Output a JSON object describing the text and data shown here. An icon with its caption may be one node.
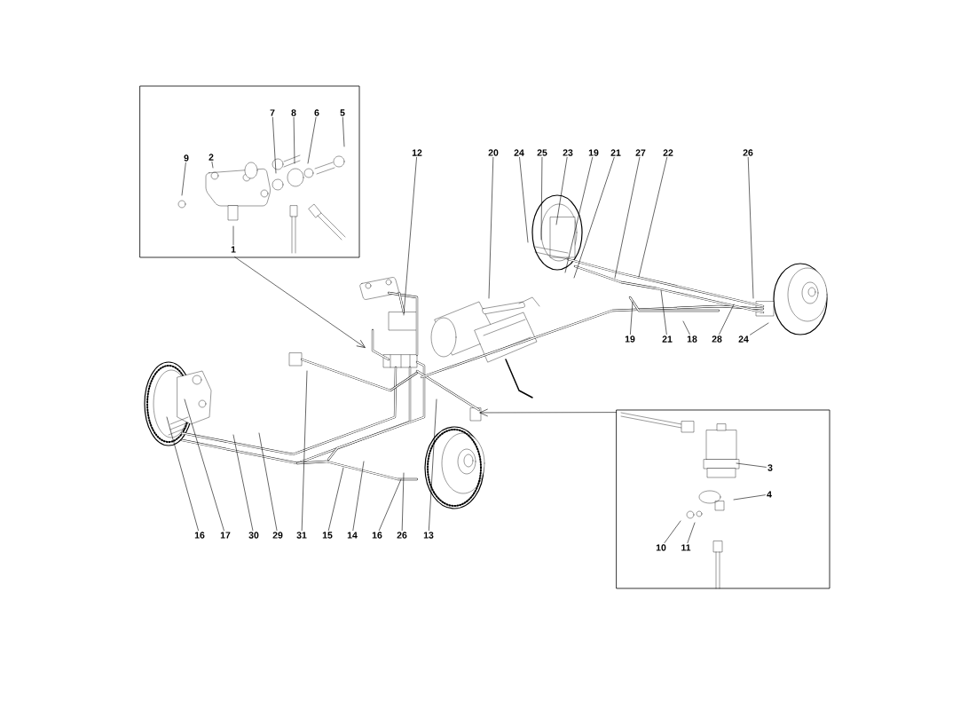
{
  "diagram": {
    "nodes": [
      {
        "text": [],
        "shape": "box"
      },
      {
        "text": [
          "7"
        ],
        "in": 0
      },
      {
        "text": [
          "8"
        ],
        "in": 0
      },
      {
        "text": [
          "6"
        ],
        "in": 0
      },
      {
        "text": [
          "5"
        ],
        "in": 0
      },
      {
        "text": [
          "9"
        ],
        "in": 0
      },
      {
        "text": [
          "2"
        ],
        "in": 0
      },
      {
        "text": [
          "1"
        ],
        "in": 0
      },
      {
        "text": [
          "12"
        ]
      },
      {
        "text": [
          "20"
        ]
      },
      {
        "text": [
          "24"
        ]
      },
      {
        "text": [
          "25"
        ]
      },
      {
        "text": [
          "23"
        ]
      },
      {
        "text": [
          "19"
        ]
      },
      {
        "text": [
          "21"
        ]
      },
      {
        "text": [
          "27"
        ]
      },
      {
        "text": [
          "22"
        ]
      },
      {
        "text": [
          "26"
        ]
      },
      {
        "text": [
          "19"
        ]
      },
      {
        "text": [
          "21"
        ]
      },
      {
        "text": [
          "18"
        ]
      },
      {
        "text": [
          "28"
        ]
      },
      {
        "text": [
          "24"
        ]
      },
      {
        "text": [
          "16"
        ]
      },
      {
        "text": [
          "17"
        ]
      },
      {
        "text": [
          "30"
        ]
      },
      {
        "text": [
          "29"
        ]
      },
      {
        "text": [
          "31"
        ]
      },
      {
        "text": [
          "15"
        ]
      },
      {
        "text": [
          "14"
        ]
      },
      {
        "text": [
          "16"
        ]
      },
      {
        "text": [
          "26"
        ]
      },
      {
        "text": [
          "13"
        ]
      },
      {
        "text": [],
        "shape": "box"
      },
      {
        "text": [
          "3"
        ],
        "in": 33
      },
      {
        "text": [
          "4"
        ],
        "in": 33
      },
      {
        "text": [
          "10"
        ],
        "in": 33
      },
      {
        "text": [
          "11"
        ],
        "in": 33
      }
    ],
    "edges": [
      {
        "from": 1,
        "to": null,
        "arrow": "none"
      },
      {
        "from": 2,
        "to": null,
        "arrow": "none"
      },
      {
        "from": 3,
        "to": null,
        "arrow": "none"
      },
      {
        "from": 4,
        "to": null,
        "arrow": "none"
      },
      {
        "from": 5,
        "to": null,
        "arrow": "none"
      },
      {
        "from": 6,
        "to": null,
        "arrow": "none"
      },
      {
        "from": 7,
        "to": null,
        "arrow": "none"
      },
      {
        "from": 8,
        "to": null,
        "arrow": "none"
      },
      {
        "from": 9,
        "to": null,
        "arrow": "none"
      },
      {
        "from": 10,
        "to": null,
        "arrow": "none"
      },
      {
        "from": 11,
        "to": null,
        "arrow": "none"
      },
      {
        "from": 12,
        "to": null,
        "arrow": "none"
      },
      {
        "from": 13,
        "to": null,
        "arrow": "none"
      },
      {
        "from": 14,
        "to": null,
        "arrow": "none"
      },
      {
        "from": 15,
        "to": null,
        "arrow": "none"
      },
      {
        "from": 16,
        "to": null,
        "arrow": "none"
      },
      {
        "from": 17,
        "to": null,
        "arrow": "none"
      },
      {
        "from": 18,
        "to": null,
        "arrow": "none"
      },
      {
        "from": 19,
        "to": null,
        "arrow": "none"
      },
      {
        "from": 20,
        "to": null,
        "arrow": "none"
      },
      {
        "from": 21,
        "to": null,
        "arrow": "none"
      },
      {
        "from": 22,
        "to": null,
        "arrow": "none"
      },
      {
        "from": 23,
        "to": null,
        "arrow": "none"
      },
      {
        "from": 24,
        "to": null,
        "arrow": "none"
      },
      {
        "from": 25,
        "to": null,
        "arrow": "none"
      },
      {
        "from": 26,
        "to": null,
        "arrow": "none"
      },
      {
        "from": 27,
        "to": null,
        "arrow": "none"
      },
      {
        "from": 28,
        "to": null,
        "arrow": "none"
      },
      {
        "from": 29,
        "to": null,
        "arrow": "none"
      },
      {
        "from": 30,
        "to": null,
        "arrow": "none"
      },
      {
        "from": 31,
        "to": null,
        "arrow": "none"
      },
      {
        "from": 32,
        "to": null,
        "arrow": "none"
      },
      {
        "from": 34,
        "to": null,
        "arrow": "none"
      },
      {
        "from": 35,
        "to": null,
        "arrow": "none"
      },
      {
        "from": 36,
        "to": null,
        "arrow": "none"
      },
      {
        "from": 37,
        "to": null,
        "arrow": "none"
      },
      {
        "from": 0,
        "to": null,
        "arrow": "to"
      },
      {
        "from": 33,
        "to": null,
        "arrow": "to"
      }
    ]
  }
}
